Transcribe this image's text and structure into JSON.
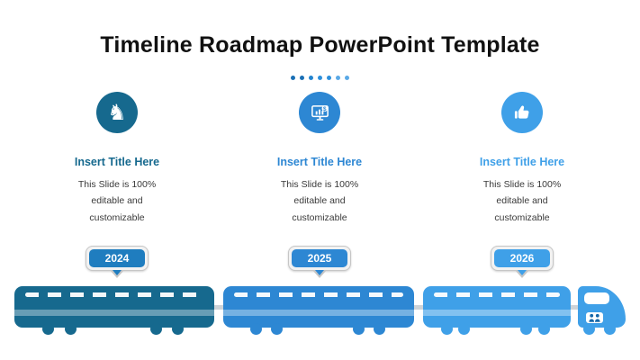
{
  "title": "Timeline Roadmap PowerPoint Template",
  "pagination": {
    "dot_colors": [
      "#1a6fb5",
      "#1a6fb5",
      "#2384cf",
      "#2d8fdb",
      "#2d8fdb",
      "#5aa9e6",
      "#5aa9e6"
    ]
  },
  "columns": [
    {
      "icon": "chess-knight",
      "accent": "#16698E",
      "title": "Insert Title Here",
      "body": "This Slide is 100%\neditable and\ncustomizable",
      "year": "2024"
    },
    {
      "icon": "analytics-monitor-dollar",
      "accent": "#2D87D3",
      "title": "Insert Title Here",
      "body": "This Slide is 100%\neditable and\ncustomizable",
      "year": "2025"
    },
    {
      "icon": "thumbs-up",
      "accent": "#3FA0E8",
      "title": "Insert Title Here",
      "body": "This Slide is 100%\neditable and\ncustomizable",
      "year": "2026"
    }
  ],
  "train": {
    "car_colors": [
      "#16698E",
      "#2D87D3",
      "#3FA0E8"
    ],
    "engine_color": "#3FA0E8"
  }
}
